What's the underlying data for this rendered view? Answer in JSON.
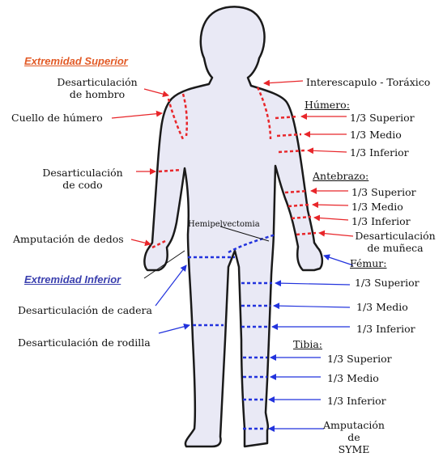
{
  "colors": {
    "body_fill": "#e9e9f5",
    "outline": "#1a1a1a",
    "upper_marker": "#e8262a",
    "lower_marker": "#2233dd",
    "upper_heading": "#e25a26",
    "lower_heading": "#3a3fae"
  },
  "upper": {
    "heading": "Extremidad Superior",
    "hombro": [
      "Desarticulación",
      "de hombro"
    ],
    "cuello": "Cuello de húmero",
    "codo": [
      "Desarticulación",
      "de codo"
    ],
    "dedos": "Amputación de dedos",
    "interescapulo": "Interescapulo - Toráxico",
    "humero_title": "Húmero:",
    "humero_levels": [
      "1/3 Superior",
      "1/3 Medio",
      "1/3 Inferior"
    ],
    "antebrazo_title": "Antebrazo:",
    "antebrazo_levels": [
      "1/3 Superior",
      "1/3 Medio",
      "1/3 Inferior"
    ],
    "muneca": [
      "Desarticulación",
      "de muñeca"
    ]
  },
  "lower": {
    "heading": "Extremidad Inferior",
    "hemipelvectomia": "Hemipelvectomia",
    "cadera": "Desarticulación de cadera",
    "rodilla": "Desarticulación de rodilla",
    "femur_title": "Fémur:",
    "femur_levels": [
      "1/3 Superior",
      "1/3 Medio",
      "1/3 Inferior"
    ],
    "tibia_title": "Tibia:",
    "tibia_levels": [
      "1/3 Superior",
      "1/3 Medio",
      "1/3 Inferior"
    ],
    "syme": [
      "Amputación",
      "de",
      "SYME"
    ]
  }
}
